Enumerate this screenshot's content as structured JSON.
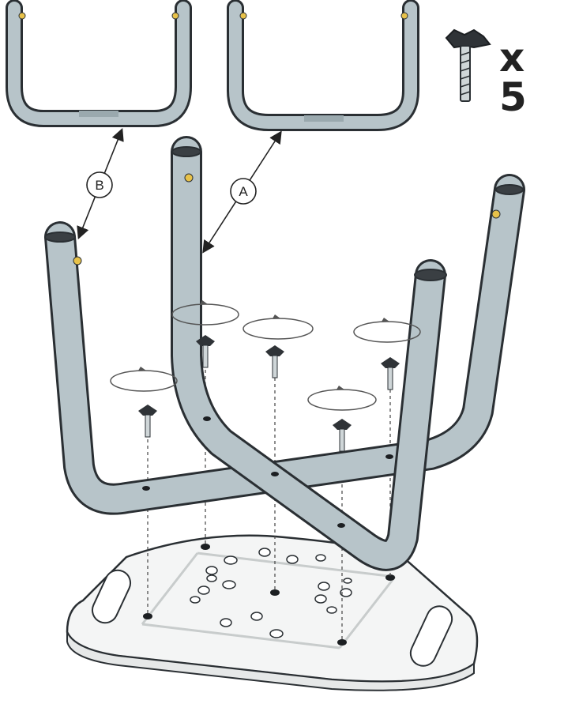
{
  "quantity": {
    "text": "x 5"
  },
  "callouts": {
    "a": "A",
    "b": "B"
  },
  "colors": {
    "tube": "#b7c4c9",
    "tube_shade": "#8fa0a6",
    "outline": "#2a2f33",
    "plate": "#f4f5f5",
    "bolt_pin": "#e8c24a"
  },
  "icons": [
    "knob-bolt-icon",
    "rotation-arrow-icon",
    "double-arrow-icon"
  ]
}
